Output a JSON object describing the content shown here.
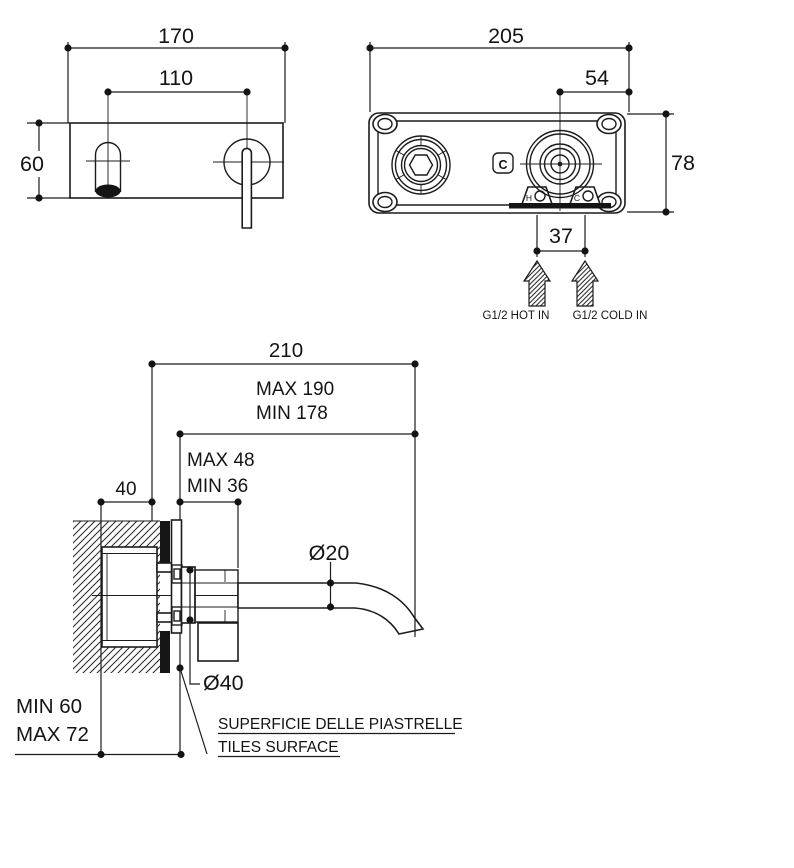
{
  "front_view": {
    "width_total": "170",
    "spout_to_handle": "110",
    "plate_height": "60"
  },
  "back_view": {
    "width_total": "205",
    "cartridge_offset": "54",
    "body_height": "78",
    "inlet_spacing": "37",
    "hot_inlet": "G1/2 HOT IN",
    "cold_inlet": "G1/2 COLD IN",
    "hot_mark": "H",
    "cold_mark": "C",
    "logo_mark": "C"
  },
  "side_view": {
    "total_depth": "210",
    "spout_reach_max": "MAX 190",
    "spout_reach_min": "MIN 178",
    "plate_offset_max": "MAX 48",
    "plate_offset_min": "MIN 36",
    "body_depth": "40",
    "recess_min": "MIN 60",
    "recess_max": "MAX 72",
    "spout_diameter": "Ø20",
    "flange_diameter": "Ø40",
    "tiles_surface_it": "SUPERFICIE DELLE PIASTRELLE",
    "tiles_surface_en": "TILES SURFACE"
  }
}
